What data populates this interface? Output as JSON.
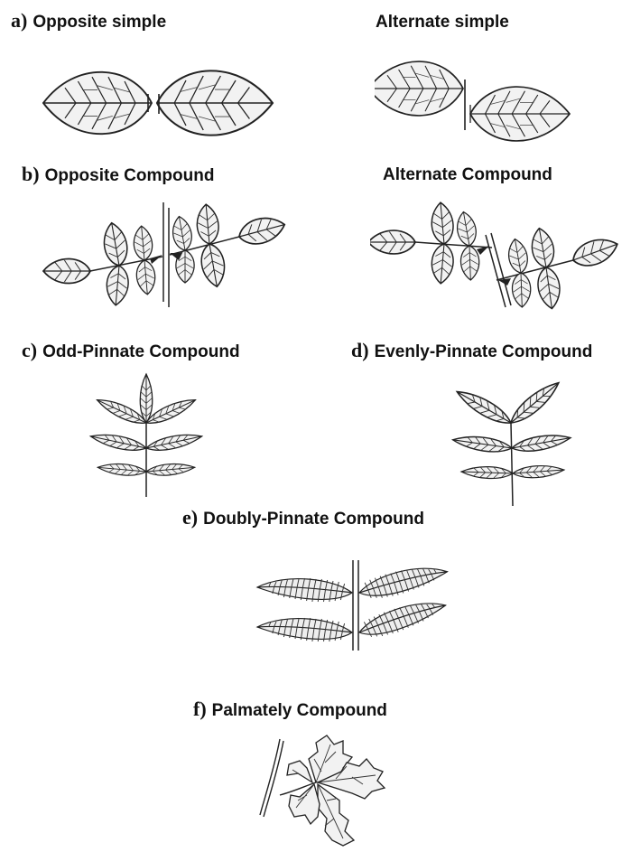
{
  "panels": {
    "a": {
      "letter": "a)",
      "left_title": "Opposite simple",
      "right_title": "Alternate simple"
    },
    "b": {
      "letter": "b)",
      "left_title": "Opposite Compound",
      "right_title": "Alternate Compound"
    },
    "c": {
      "letter": "c)",
      "title": "Odd-Pinnate Compound"
    },
    "d": {
      "letter": "d)",
      "title": "Evenly-Pinnate Compound"
    },
    "e": {
      "letter": "e)",
      "title": "Doubly-Pinnate Compound"
    },
    "f": {
      "letter": "f)",
      "title": "Palmately Compound"
    }
  },
  "colors": {
    "ink": "#222222",
    "leaf_fill": "#f2f2f2",
    "background": "#ffffff"
  }
}
